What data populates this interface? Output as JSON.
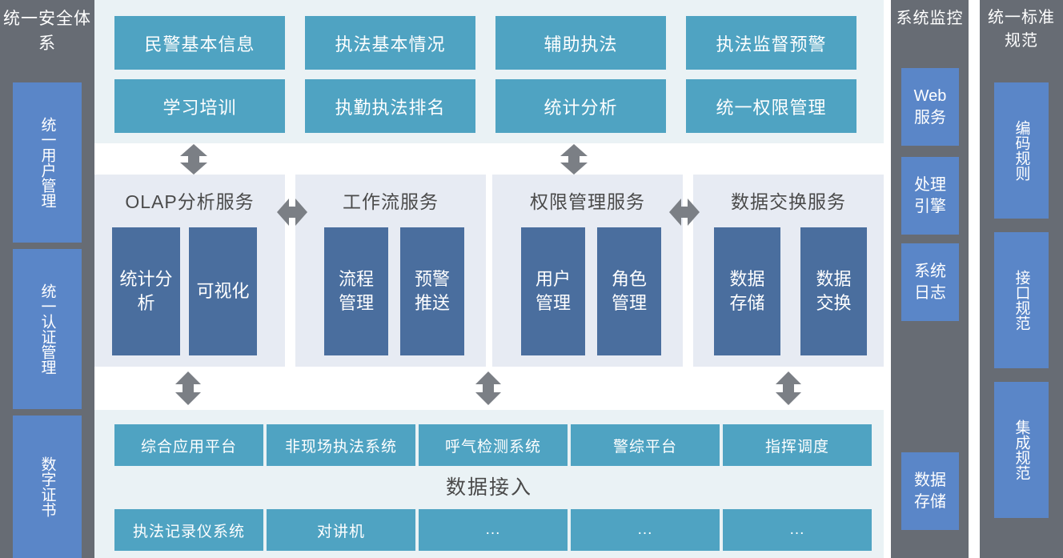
{
  "colors": {
    "sidebar_bg": "#676c74",
    "sidebar_box": "#5a86c8",
    "teal_box": "#4fa3c2",
    "layer_bg_light": "#eaf2f5",
    "service_panel_bg": "#e7ebf3",
    "service_inner_box": "#4a6e9e",
    "arrow_gray": "#7b7f85",
    "text_dark": "#4a4a4a",
    "text_light": "#ffffff"
  },
  "left_sidebar": {
    "title": "统一安全体系",
    "items": [
      {
        "label": "统一用户管理"
      },
      {
        "label": "统一认证管理"
      },
      {
        "label": "数字证书"
      }
    ]
  },
  "right_sidebar_monitor": {
    "title": "系统监控",
    "items": [
      {
        "label": "Web服务"
      },
      {
        "label": "处理引擎"
      },
      {
        "label": "系统日志"
      },
      {
        "label": "数据存储"
      }
    ]
  },
  "right_sidebar_standard": {
    "title": "统一标准规范",
    "items": [
      {
        "label": "编码规则"
      },
      {
        "label": "接口规范"
      },
      {
        "label": "集成规范"
      }
    ]
  },
  "application_layer": {
    "row1": [
      {
        "label": "民警基本信息"
      },
      {
        "label": "执法基本情况"
      },
      {
        "label": "辅助执法"
      },
      {
        "label": "执法监督预警"
      }
    ],
    "row2": [
      {
        "label": "学习培训"
      },
      {
        "label": "执勤执法排名"
      },
      {
        "label": "统计分析"
      },
      {
        "label": "统一权限管理"
      }
    ]
  },
  "service_layer": {
    "panels": [
      {
        "title": "OLAP分析服务",
        "modules": [
          {
            "label": "统计分析"
          },
          {
            "label": "可视化"
          }
        ]
      },
      {
        "title": "工作流服务",
        "modules": [
          {
            "label": "流程管理"
          },
          {
            "label": "预警推送"
          }
        ]
      },
      {
        "title": "权限管理服务",
        "modules": [
          {
            "label": "用户管理"
          },
          {
            "label": "角色管理"
          }
        ]
      },
      {
        "title": "数据交换服务",
        "modules": [
          {
            "label": "数据存储"
          },
          {
            "label": "数据交换"
          }
        ]
      }
    ]
  },
  "data_access_layer": {
    "label": "数据接入",
    "row1": [
      {
        "label": "综合应用平台"
      },
      {
        "label": "非现场执法系统"
      },
      {
        "label": "呼气检测系统"
      },
      {
        "label": "警综平台"
      },
      {
        "label": "指挥调度"
      }
    ],
    "row2": [
      {
        "label": "执法记录仪系统"
      },
      {
        "label": "对讲机"
      },
      {
        "label": "..."
      },
      {
        "label": "..."
      },
      {
        "label": "..."
      }
    ]
  },
  "connectors": {
    "vertical_top": [
      {
        "name": "arrow-app-to-olap"
      },
      {
        "name": "arrow-app-to-permission"
      }
    ],
    "horizontal_mid": [
      {
        "name": "arrow-olap-workflow"
      },
      {
        "name": "arrow-permission-exchange"
      }
    ],
    "vertical_bottom": [
      {
        "name": "arrow-olap-to-access"
      },
      {
        "name": "arrow-workflow-to-access"
      },
      {
        "name": "arrow-exchange-to-access"
      }
    ]
  }
}
